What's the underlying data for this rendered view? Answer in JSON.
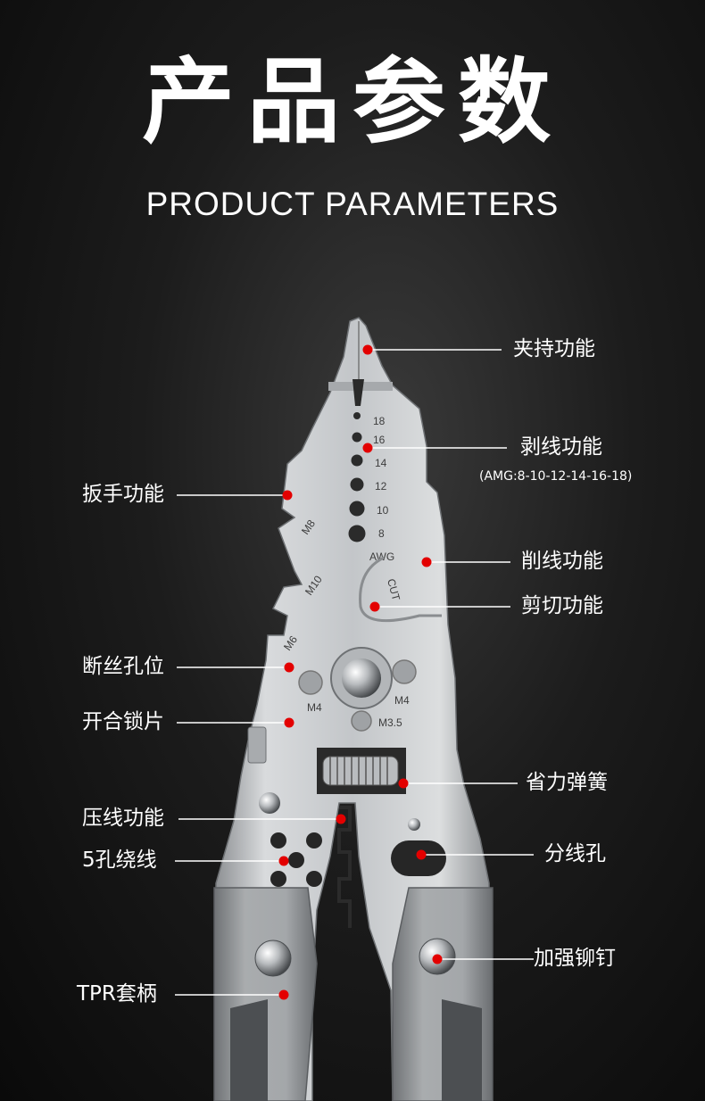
{
  "header": {
    "title_cn": "产品参数",
    "title_en": "PRODUCT PARAMETERS"
  },
  "engravings": {
    "gauges": [
      "18",
      "16",
      "14",
      "12",
      "10",
      "8"
    ],
    "awg": "AWG",
    "cut": "CUT",
    "m8": "M8",
    "m10": "M10",
    "m6": "M6",
    "m4_left": "M4",
    "m4_right": "M4",
    "m35": "M3.5"
  },
  "features": {
    "clamp": "夹持功能",
    "strip": "剥线功能",
    "strip_sub": "(AMG:8-10-12-14-16-18)",
    "wrench": "扳手功能",
    "shave": "削线功能",
    "cut": "剪切功能",
    "break_screw": "断丝孔位",
    "lock": "开合锁片",
    "spring": "省力弹簧",
    "crimp": "压线功能",
    "winding": "5孔绕线",
    "split": "分线孔",
    "rivet": "加强铆钉",
    "handle": "TPR套柄"
  },
  "colors": {
    "marker": "#e30000",
    "metal": "#c9cbcd",
    "handle": "#8c8f92"
  }
}
